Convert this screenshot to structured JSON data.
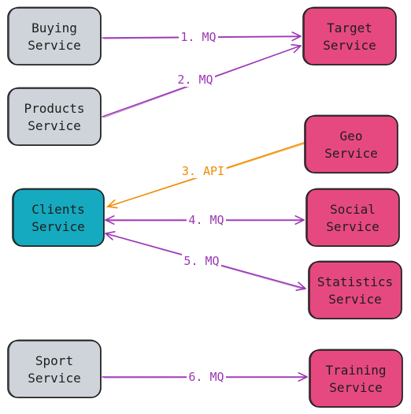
{
  "colors": {
    "gray": "#ced4da",
    "pink": "#e64980",
    "teal": "#15aabf",
    "mq": "#9c36b5",
    "api": "#f08c00",
    "stroke": "#1e1e1e"
  },
  "nodes": [
    {
      "id": "buying",
      "lines": [
        "Buying",
        "Service"
      ],
      "fill": "gray"
    },
    {
      "id": "products",
      "lines": [
        "Products",
        "Service"
      ],
      "fill": "gray"
    },
    {
      "id": "clients",
      "lines": [
        "Clients",
        "Service"
      ],
      "fill": "teal"
    },
    {
      "id": "sport",
      "lines": [
        "Sport",
        "Service"
      ],
      "fill": "gray"
    },
    {
      "id": "target",
      "lines": [
        "Target",
        "Service"
      ],
      "fill": "pink"
    },
    {
      "id": "geo",
      "lines": [
        "Geo",
        "Service"
      ],
      "fill": "pink"
    },
    {
      "id": "social",
      "lines": [
        "Social",
        "Service"
      ],
      "fill": "pink"
    },
    {
      "id": "statistics",
      "lines": [
        "Statistics",
        "Service"
      ],
      "fill": "pink"
    },
    {
      "id": "training",
      "lines": [
        "Training",
        "Service"
      ],
      "fill": "pink"
    }
  ],
  "edges": [
    {
      "label": "1. MQ",
      "from": "buying",
      "to": "target",
      "color": "mq",
      "bidirectional": false
    },
    {
      "label": "2. MQ",
      "from": "products",
      "to": "target",
      "color": "mq",
      "bidirectional": false
    },
    {
      "label": "3. API",
      "from": "geo",
      "to": "clients",
      "color": "api",
      "bidirectional": false
    },
    {
      "label": "4. MQ",
      "from": "clients",
      "to": "social",
      "color": "mq",
      "bidirectional": true
    },
    {
      "label": "5. MQ",
      "from": "clients",
      "to": "statistics",
      "color": "mq",
      "bidirectional": true
    },
    {
      "label": "6. MQ",
      "from": "sport",
      "to": "training",
      "color": "mq",
      "bidirectional": false
    }
  ]
}
